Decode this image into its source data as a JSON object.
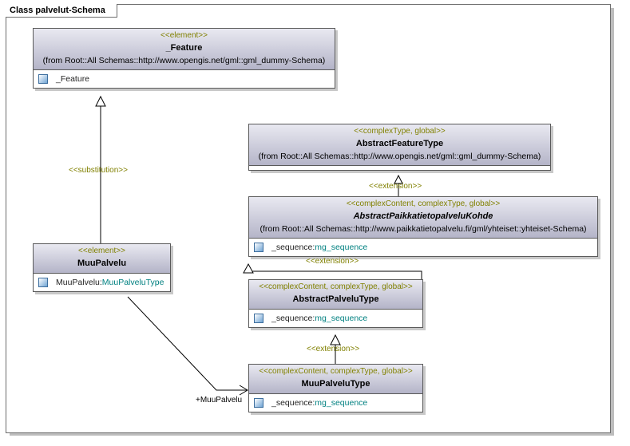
{
  "diagram": {
    "title": "Class palvelut-Schema",
    "colors": {
      "stereotype": "#808000",
      "type": "#008080",
      "header_top": "#e9e9f1",
      "header_bottom": "#b4b4c8"
    },
    "boxes": {
      "feature": {
        "stereotype": "<<element>>",
        "name": "_Feature",
        "from": "(from Root::All Schemas::http://www.opengis.net/gml::gml_dummy-Schema)",
        "attr_name": "_Feature"
      },
      "abstract_feature_type": {
        "stereotype": "<<complexType, global>>",
        "name": "AbstractFeatureType",
        "from": "(from Root::All Schemas::http://www.opengis.net/gml::gml_dummy-Schema)"
      },
      "paikkatieto": {
        "stereotype": "<<complexContent, complexType, global>>",
        "name": "AbstractPaikkatietopalveluKohde",
        "from": "(from Root::All Schemas::http://www.paikkatietopalvelu.fi/gml/yhteiset::yhteiset-Schema)",
        "attr_name": "_sequence:",
        "attr_type": "mg_sequence"
      },
      "muupalvelu": {
        "stereotype": "<<element>>",
        "name": "MuuPalvelu",
        "attr_name": "MuuPalvelu:",
        "attr_type": "MuuPalveluType"
      },
      "abstract_palvelu_type": {
        "stereotype": "<<complexContent, complexType, global>>",
        "name": "AbstractPalveluType",
        "attr_name": "_sequence:",
        "attr_type": "mg_sequence"
      },
      "muupalvelu_type": {
        "stereotype": "<<complexContent, complexType, global>>",
        "name": "MuuPalveluType",
        "attr_name": "_sequence:",
        "attr_type": "mg_sequence"
      }
    },
    "labels": {
      "substitution": "<<substitution>>",
      "extension_1": "<<extension>>",
      "extension_2": "<<extension>>",
      "extension_3": "<<extension>>",
      "role": "+MuuPalvelu"
    }
  }
}
